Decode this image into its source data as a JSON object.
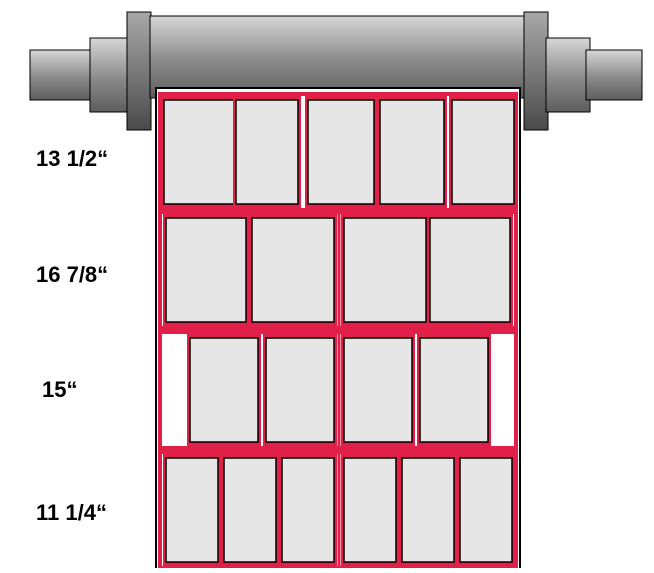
{
  "diagram": {
    "rows": [
      {
        "label": "13 1/2“",
        "panel_count": 5
      },
      {
        "label": "16 7/8“",
        "panel_count": 4
      },
      {
        "label": "15“",
        "panel_count": 4
      },
      {
        "label": "11 1/4“",
        "panel_count": 6
      }
    ]
  },
  "colors": {
    "frame": "#e02048",
    "frame_dark": "#b01838",
    "panel_fill": "#e6e6e6",
    "panel_stroke": "#000000",
    "roller_gray": "#8c8c8c"
  }
}
